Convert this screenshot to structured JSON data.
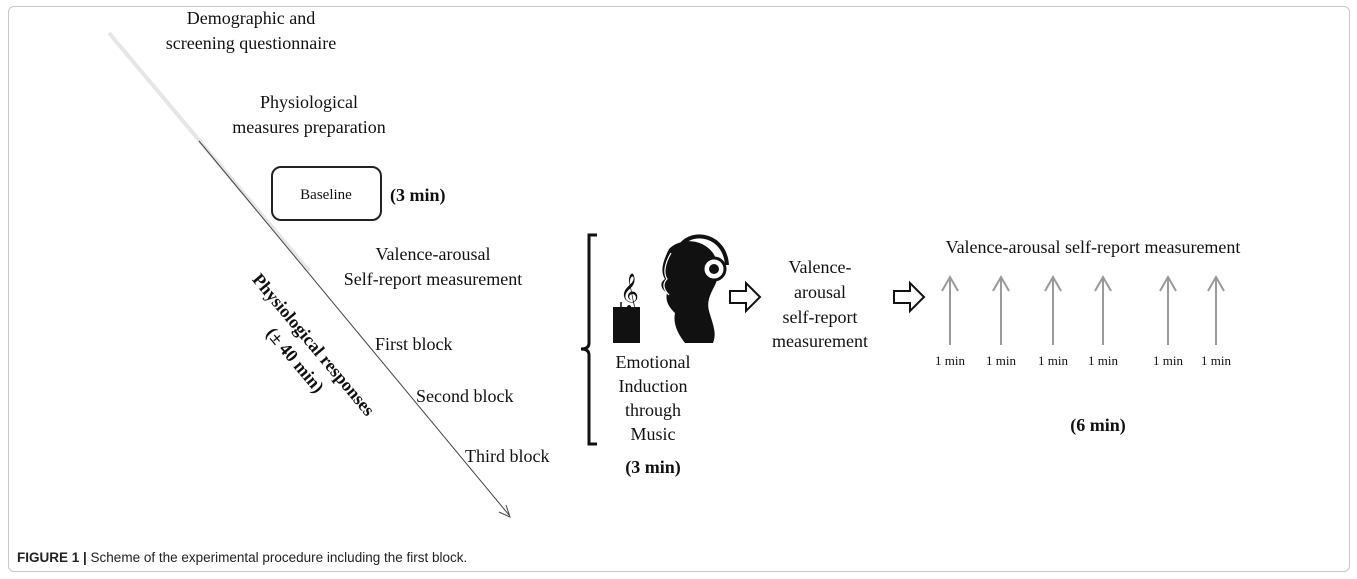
{
  "figure": {
    "caption_label": "FIGURE 1 |",
    "caption_text": " Scheme of the experimental procedure including the first block."
  },
  "timeline": {
    "steps": {
      "demographic_line1": "Demographic and",
      "demographic_line2": "screening questionnaire",
      "physio_prep_line1": "Physiological",
      "physio_prep_line2": "measures preparation",
      "baseline_label": "Baseline",
      "baseline_duration": "(3 min)",
      "va_line1": "Valence-arousal",
      "va_line2": "Self-report measurement",
      "first_block": "First block",
      "second_block": "Second block",
      "third_block": "Third block"
    },
    "axis_label_line1": "Physiological responses",
    "axis_label_line2": "(± 40 min)"
  },
  "induction": {
    "label_lines": [
      "Emotional",
      "Induction",
      "through",
      "Music"
    ],
    "duration": "(3 min)"
  },
  "post_induction": {
    "label_lines": [
      "Valence-",
      "arousal",
      "self-report",
      "measurement"
    ]
  },
  "repeated_measurement": {
    "title": "Valence-arousal self-report measurement",
    "intervals": [
      "1 min",
      "1 min",
      "1 min",
      "1 min",
      "1 min",
      "1 min"
    ],
    "total_duration": "(6 min)"
  },
  "colors": {
    "interval_arrow": "#9a9a9a",
    "frame_border": "#c8c8c8",
    "text": "#111111"
  },
  "icons": [
    "music-listener-icon",
    "treble-clef-icon",
    "headphones-icon",
    "open-arrow-icon"
  ]
}
